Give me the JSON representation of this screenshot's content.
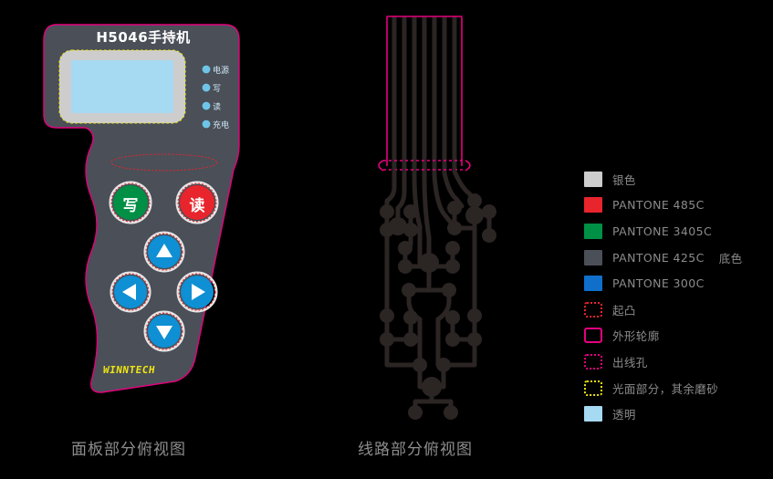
{
  "document": {
    "panel_title": "H5046手持机",
    "brand": "WINNTECH",
    "caption_panel": "面板部分俯视图",
    "caption_circuit": "线路部分俯视图"
  },
  "panel": {
    "leds": [
      {
        "label": "电源"
      },
      {
        "label": "写"
      },
      {
        "label": "读"
      },
      {
        "label": "充电"
      }
    ],
    "buttons": {
      "write": "写",
      "read": "读"
    },
    "dpad": [
      {
        "name": "up",
        "glyph": "▲"
      },
      {
        "name": "left",
        "glyph": "◀"
      },
      {
        "name": "right",
        "glyph": "▶"
      },
      {
        "name": "down",
        "glyph": "▼"
      }
    ]
  },
  "legend": {
    "items": [
      {
        "label": "银色",
        "note": "",
        "style": "solid",
        "color": "#cdcdcd"
      },
      {
        "label": "PANTONE 485C",
        "note": "",
        "style": "solid",
        "color": "#e8242c"
      },
      {
        "label": "PANTONE 3405C",
        "note": "",
        "style": "solid",
        "color": "#009045"
      },
      {
        "label": "PANTONE 425C",
        "note": "底色",
        "style": "solid",
        "color": "#4a4f58"
      },
      {
        "label": "PANTONE 300C",
        "note": "",
        "style": "solid",
        "color": "#0f6fcb"
      },
      {
        "label": "起凸",
        "note": "",
        "style": "dashed",
        "color": "#e8242c"
      },
      {
        "label": "外形轮廓",
        "note": "",
        "style": "outline",
        "color": "#e6007e"
      },
      {
        "label": "出线孔",
        "note": "",
        "style": "dotted",
        "color": "#e6007e"
      },
      {
        "label": "光面部分，其余磨砂",
        "note": "",
        "style": "dashed",
        "color": "#f0e512"
      },
      {
        "label": "透明",
        "note": "",
        "style": "solid",
        "color": "#a6d9f2"
      }
    ]
  },
  "colors": {
    "background": "#000000",
    "panel_base": "#4a4f58",
    "outline_magenta": "#e6007e",
    "lcd_glass": "#a6d9f2",
    "lcd_bezel": "#cdcdcd",
    "trace": "#2b2523",
    "gloss_yellow": "#f0e512",
    "emboss_red": "#e8242c",
    "led_blue": "#6fc5e8",
    "button_green": "#009045",
    "button_red": "#e8242c",
    "button_blue": "#0f8fd4"
  }
}
